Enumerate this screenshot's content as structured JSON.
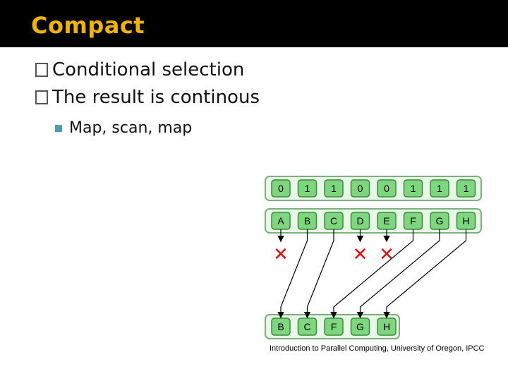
{
  "slide": {
    "title": "Compact",
    "bullets": [
      {
        "bullet_glyph": "placeholder-box",
        "text": "Conditional selection"
      },
      {
        "bullet_glyph": "placeholder-box",
        "text": "The result is continous"
      }
    ],
    "sub_bullets": [
      {
        "bullet_glyph": "square",
        "text": "Map, scan, map"
      }
    ],
    "credit": "Introduction to Parallel Computing, University of Oregon, IPCC"
  },
  "diagram": {
    "flags": [
      "0",
      "1",
      "1",
      "0",
      "0",
      "1",
      "1",
      "1"
    ],
    "inputs": [
      "A",
      "B",
      "C",
      "D",
      "E",
      "F",
      "G",
      "H"
    ],
    "outputs": [
      "B",
      "C",
      "F",
      "G",
      "H"
    ],
    "discarded_mark": "✕",
    "colors": {
      "cell_fill": "#7ed67e",
      "cell_border": "#3c8a3c",
      "row_fill": "#e8f7e8",
      "cross": "#e01010",
      "title": "#f0b400",
      "sub_bullet": "#4aa0b8"
    }
  }
}
